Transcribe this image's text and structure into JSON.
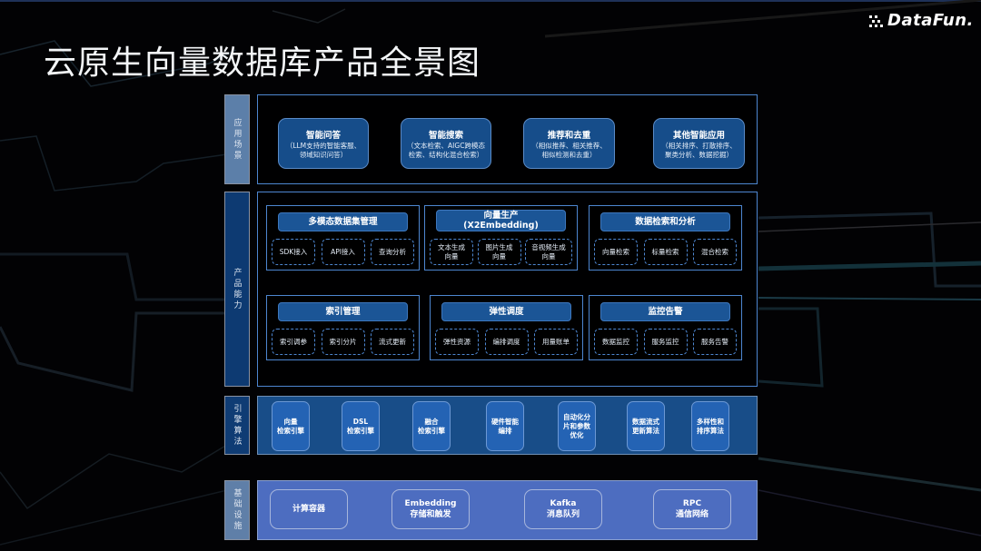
{
  "title": "云原生向量数据库产品全景图",
  "logo": {
    "text": "DataFun."
  },
  "colors": {
    "background": "#020204",
    "accent_border": "#4d86d0",
    "card_fill": "#164d8a",
    "engine_fill": "#2463b4",
    "infra_fill": "#4d6dc0"
  },
  "layers": {
    "application": {
      "label": "应用场景",
      "cards": [
        {
          "title": "智能问答",
          "desc1": "（LLM支持的智能客服、",
          "desc2": "领域知识问答）"
        },
        {
          "title": "智能搜索",
          "desc1": "（文本检索、AIGC跨模态",
          "desc2": "检索、结构化混合检索）"
        },
        {
          "title": "推荐和去重",
          "desc1": "（相似推荐、相关推荐、",
          "desc2": "相似检测和去重）"
        },
        {
          "title": "其他智能应用",
          "desc1": "（相关排序、打散排序、",
          "desc2": "聚类分析、数据挖掘）"
        }
      ]
    },
    "product": {
      "label": "产品能力",
      "groups": [
        {
          "title": "多模态数据集管理",
          "title2": "",
          "chips": [
            [
              "SDK接入",
              ""
            ],
            [
              "API接入",
              ""
            ],
            [
              "查询分析",
              ""
            ]
          ]
        },
        {
          "title": "向量生产",
          "title2": "(X2Embedding)",
          "chips": [
            [
              "文本生成",
              "向量"
            ],
            [
              "图片生成",
              "向量"
            ],
            [
              "音视频生成",
              "向量"
            ]
          ]
        },
        {
          "title": "数据检索和分析",
          "title2": "",
          "chips": [
            [
              "向量检索",
              ""
            ],
            [
              "标量检索",
              ""
            ],
            [
              "混合检索",
              ""
            ]
          ]
        },
        {
          "title": "索引管理",
          "title2": "",
          "chips": [
            [
              "索引调参",
              ""
            ],
            [
              "索引分片",
              ""
            ],
            [
              "流式更新",
              ""
            ]
          ]
        },
        {
          "title": "弹性调度",
          "title2": "",
          "chips": [
            [
              "弹性资源",
              ""
            ],
            [
              "编排调度",
              ""
            ],
            [
              "用量账单",
              ""
            ]
          ]
        },
        {
          "title": "监控告警",
          "title2": "",
          "chips": [
            [
              "数据监控",
              ""
            ],
            [
              "服务监控",
              ""
            ],
            [
              "服务告警",
              ""
            ]
          ]
        }
      ]
    },
    "engine": {
      "label": "引擎算法",
      "cards": [
        [
          "向量",
          "检索引擎",
          ""
        ],
        [
          "DSL",
          "检索引擎",
          ""
        ],
        [
          "融合",
          "检索引擎",
          ""
        ],
        [
          "硬件智能",
          "编排",
          ""
        ],
        [
          "自动化分",
          "片和参数",
          "优化"
        ],
        [
          "数据流式",
          "更新算法",
          ""
        ],
        [
          "多样性和",
          "排序算法",
          ""
        ]
      ]
    },
    "infra": {
      "label": "基础设施",
      "cards": [
        [
          "计算容器",
          ""
        ],
        [
          "Embedding",
          "存储和触发"
        ],
        [
          "Kafka",
          "消息队列"
        ],
        [
          "RPC",
          "通信网络"
        ]
      ]
    }
  }
}
